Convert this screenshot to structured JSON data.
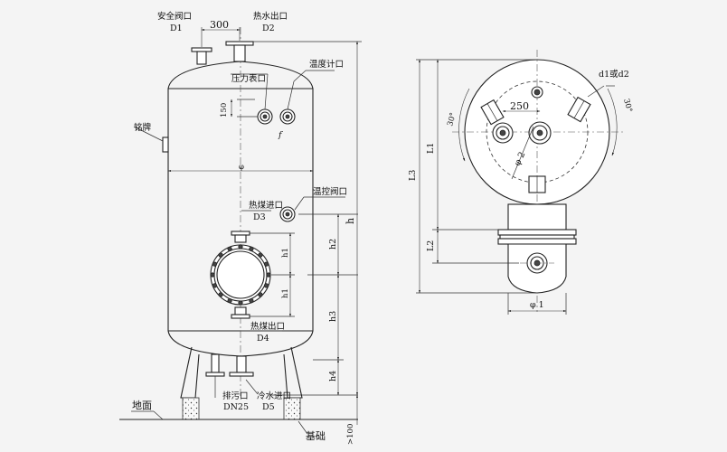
{
  "labels": {
    "safety_valve": "安全阀口",
    "d1": "D1",
    "spacing_300": "300",
    "hot_water_out": "热水出口",
    "d2": "D2",
    "pressure_gauge": "压力表口",
    "thermometer": "温度计口",
    "dim_150": "150",
    "f": "f",
    "nameplate": "铭牌",
    "heat_medium_in": "热煤进口",
    "d3": "D3",
    "temp_control_valve": "温控阀口",
    "heat_medium_out": "热煤出口",
    "d4": "D4",
    "drain": "排污口",
    "dn25": "DN25",
    "cold_water_in": "冷水进口",
    "d5": "D5",
    "ground": "地面",
    "foundation": "基础",
    "gt100": ">100",
    "h": "h",
    "h1a": "h1",
    "h1b": "h1",
    "h2": "h2",
    "h3": "h3",
    "h4": "h4",
    "diam_center": "φ",
    "d1_or_d2": "d1或d2",
    "dim_250": "250",
    "angle_left": "30°",
    "angle_right": "30°",
    "phi2": "φ 2",
    "phi1": "φ 1",
    "L1": "L1",
    "L2": "L2",
    "L3": "L3"
  }
}
